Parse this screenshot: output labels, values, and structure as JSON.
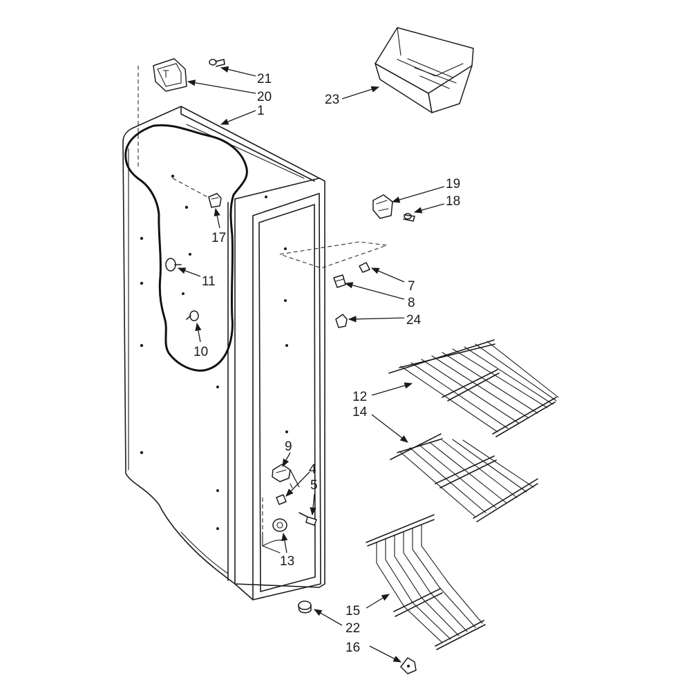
{
  "callouts": [
    {
      "id": "1",
      "label": "1"
    },
    {
      "id": "4",
      "label": "4"
    },
    {
      "id": "5",
      "label": "5"
    },
    {
      "id": "7",
      "label": "7"
    },
    {
      "id": "8",
      "label": "8"
    },
    {
      "id": "9",
      "label": "9"
    },
    {
      "id": "10",
      "label": "10"
    },
    {
      "id": "11",
      "label": "11"
    },
    {
      "id": "12",
      "label": "12"
    },
    {
      "id": "13",
      "label": "13"
    },
    {
      "id": "14",
      "label": "14"
    },
    {
      "id": "15",
      "label": "15"
    },
    {
      "id": "16",
      "label": "16"
    },
    {
      "id": "17",
      "label": "17"
    },
    {
      "id": "18",
      "label": "18"
    },
    {
      "id": "19",
      "label": "19"
    },
    {
      "id": "20",
      "label": "20"
    },
    {
      "id": "21",
      "label": "21"
    },
    {
      "id": "22",
      "label": "22"
    },
    {
      "id": "23",
      "label": "23"
    },
    {
      "id": "24",
      "label": "24"
    }
  ],
  "colors": {
    "ink": "#1a1a1a",
    "paper": "#ffffff"
  }
}
